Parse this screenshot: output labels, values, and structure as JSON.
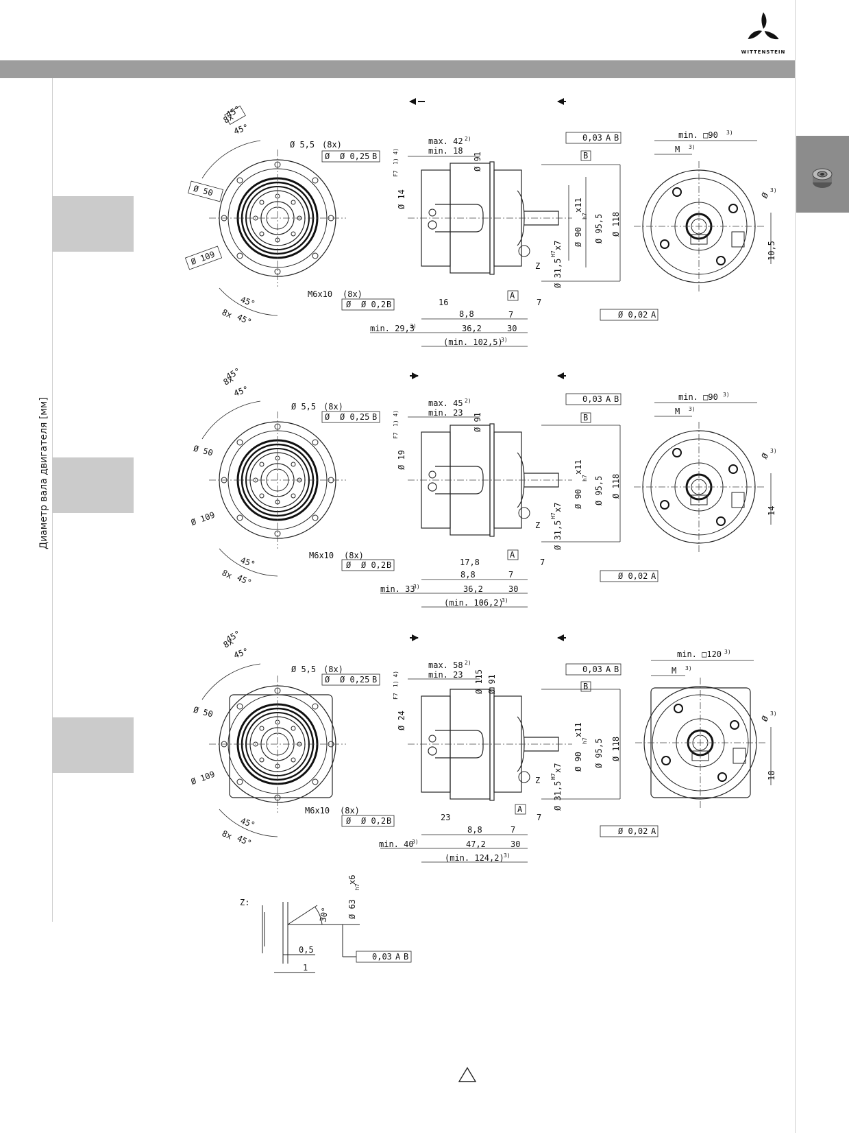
{
  "header": {
    "logo_text": "WITTENSTEIN"
  },
  "sidebar": {
    "vertical_label": "Диаметр вала двигателя [мм]"
  },
  "colors": {
    "header_bar": "#9d9d9d",
    "side_tab": "#8c8c8c",
    "grey_block": "#cbcbcb"
  },
  "common": {
    "angle_45": "45°",
    "count_8x": "8x",
    "bolt_circle_small": "Ø 50",
    "bolt_circle_large": "Ø 109",
    "hole_label": "Ø 5,5",
    "hole_count": "(8x)",
    "tol_pos_025": "Ø 0,25",
    "datum_b": "B",
    "datum_a": "A",
    "thread_label": "M6x10",
    "thread_count": "(8x)",
    "tol_pos_02": "Ø 0,2",
    "runout_003": "0,03",
    "runout_datums_a": "A",
    "runout_datums_b": "B",
    "perp_002": "Ø 0,02",
    "d90": "Ø 90",
    "d90_tol": "h7",
    "d90_suffix": "x11",
    "d95": "Ø 95,5",
    "d118": "Ø 118",
    "d31": "Ø 31,5",
    "d31_tol": "H7",
    "d31_suffix": "x7",
    "d91": "Ø 91",
    "d115": "Ø 115",
    "z_label": "Z",
    "dim_7": "7",
    "dim_8_8": "8,8",
    "dim_30": "30",
    "m_label": "M",
    "sup3": "3)",
    "sup2": "2)",
    "sup14": "1) 4)",
    "phi_sym": "Ø"
  },
  "views": [
    {
      "max": "max. 42",
      "min": "min. 18",
      "bore": "Ø 14",
      "bore_tol": "F7",
      "flange_min": "min. □90",
      "key_dim": "10,5",
      "len_a": "16",
      "len_b": "36,2",
      "min_left": "min. 29,3",
      "total": "(min. 102,5)"
    },
    {
      "max": "max. 45",
      "min": "min. 23",
      "bore": "Ø 19",
      "bore_tol": "F7",
      "flange_min": "min. □90",
      "key_dim": "14",
      "len_a": "17,8",
      "len_b": "36,2",
      "min_left": "min. 33",
      "total": "(min. 106,2)"
    },
    {
      "max": "max. 58",
      "min": "min. 23",
      "bore": "Ø 24",
      "bore_tol": "F7",
      "flange_min": "min. □120",
      "key_dim": "18",
      "len_a": "23",
      "len_b": "47,2",
      "min_left": "min. 40",
      "total": "(min. 124,2)"
    }
  ],
  "detail_z": {
    "title": "Z:",
    "angle": "30°",
    "diameter": "Ø 63",
    "diameter_tol": "h7",
    "diameter_suffix": "x6",
    "dim_05": "0,5",
    "dim_1": "1",
    "runout": "0,03",
    "datum_a": "A",
    "datum_b": "B"
  }
}
